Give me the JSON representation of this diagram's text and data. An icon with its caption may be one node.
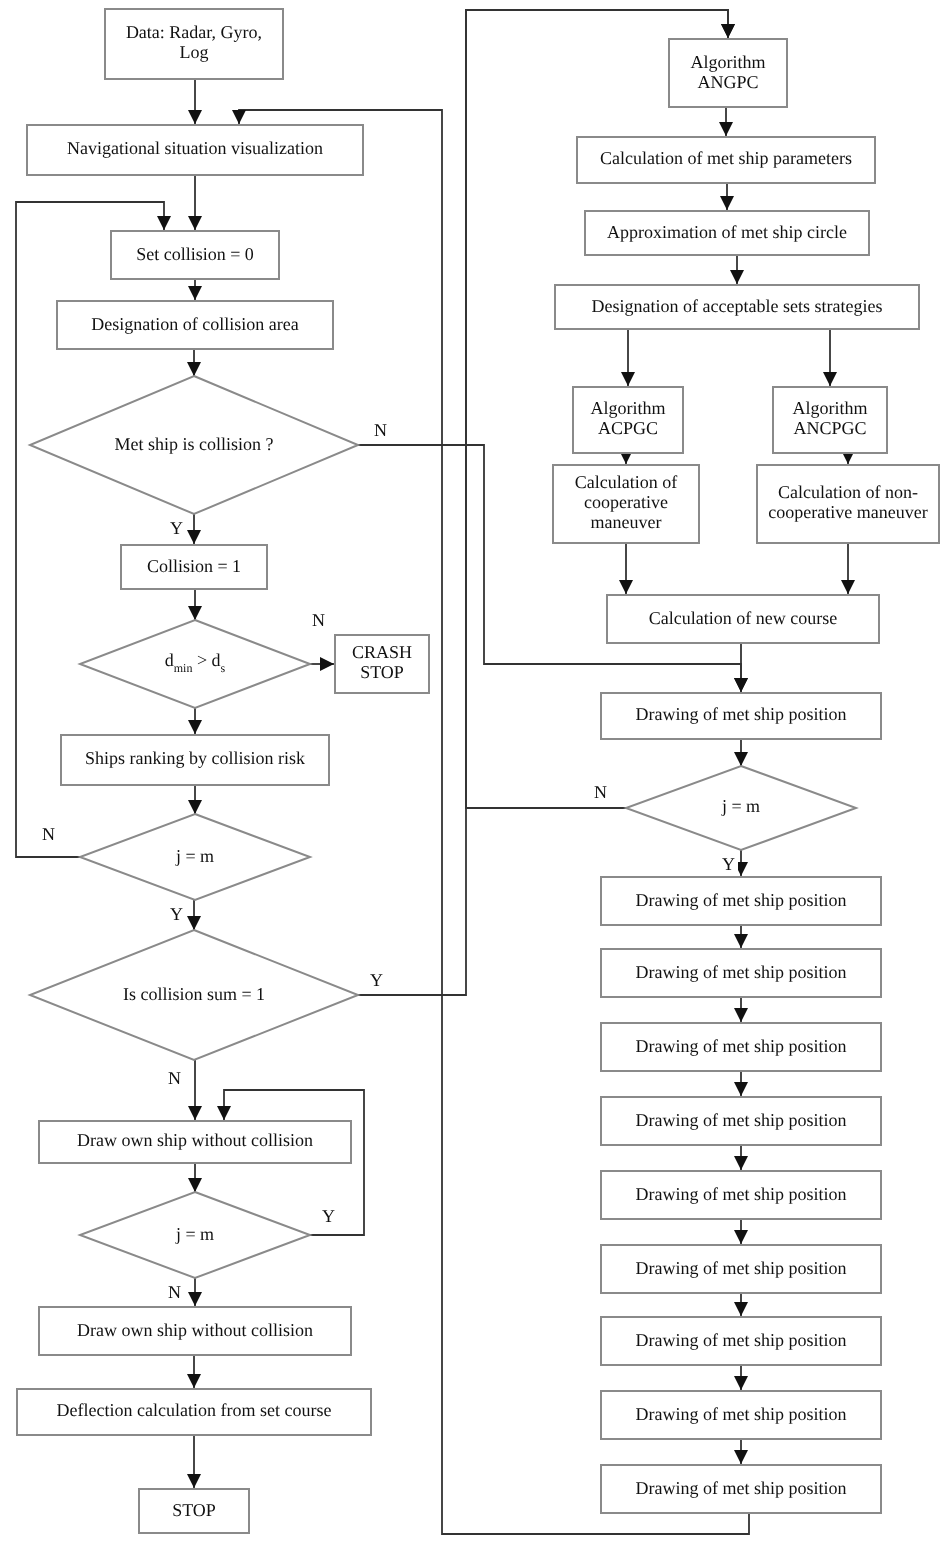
{
  "diagram": {
    "nodes": [
      {
        "text": [
          "Data: Radar, Gyro, Log"
        ]
      },
      {
        "text": [
          "Navigational situation visualization"
        ]
      },
      {
        "text": [
          "Set collision = 0"
        ]
      },
      {
        "text": [
          "Designation of collision area"
        ]
      },
      {
        "text": [
          "Met ship is collision ?"
        ]
      },
      {
        "text": [
          "Collision = 1"
        ]
      },
      {
        "text": [
          "d$_{min}$ > d$_{s}$"
        ]
      },
      {
        "text": [
          "CRASH STOP"
        ]
      },
      {
        "text": [
          "Ships ranking by collision risk"
        ]
      },
      {
        "text": [
          "j = m"
        ]
      },
      {
        "text": [
          "Is collision sum = 1"
        ]
      },
      {
        "text": [
          "Draw own ship without collision"
        ]
      },
      {
        "text": [
          "j = m"
        ]
      },
      {
        "text": [
          "Draw own ship without collision"
        ]
      },
      {
        "text": [
          "Deflection calculation from set course"
        ]
      },
      {
        "text": [
          "STOP"
        ]
      },
      {
        "text": [
          "Algorithm ANGPC"
        ]
      },
      {
        "text": [
          "Calculation of met ship parameters"
        ]
      },
      {
        "text": [
          "Approximation of met ship circle"
        ]
      },
      {
        "text": [
          "Designation of acceptable sets strategies"
        ]
      },
      {
        "text": [
          "Algorithm ACPGC"
        ]
      },
      {
        "text": [
          "Algorithm ANCPGC"
        ]
      },
      {
        "text": [
          "Calculation of cooperative maneuver"
        ]
      },
      {
        "text": [
          "Calculation of non-cooperative maneuver"
        ]
      },
      {
        "text": [
          "Calculation of new course"
        ]
      },
      {
        "text": [
          "Drawing of met ship position"
        ]
      },
      {
        "text": [
          "j = m"
        ]
      },
      {
        "text": [
          "Drawing of met ship position"
        ]
      },
      {
        "text": [
          "Drawing of met ship position"
        ]
      },
      {
        "text": [
          "Drawing of met ship position"
        ]
      },
      {
        "text": [
          "Drawing of met ship position"
        ]
      },
      {
        "text": [
          "Drawing of met ship position"
        ]
      },
      {
        "text": [
          "Drawing of met ship position"
        ]
      },
      {
        "text": [
          "Drawing of met ship position"
        ]
      },
      {
        "text": [
          "Drawing of met ship position"
        ]
      },
      {
        "text": [
          "Drawing of met ship position"
        ]
      }
    ],
    "edges": [
      {
        "from": 0,
        "to": 1,
        "arrow": "to"
      },
      {
        "from": 1,
        "to": 2,
        "arrow": "to"
      },
      {
        "from": 2,
        "to": 3,
        "arrow": "to"
      },
      {
        "from": 3,
        "to": 4,
        "arrow": "to"
      },
      {
        "from": 4,
        "to": 5,
        "arrow": "to",
        "label": "Y"
      },
      {
        "from": 4,
        "to": 25,
        "arrow": "to",
        "label": "N"
      },
      {
        "from": 5,
        "to": 6,
        "arrow": "to"
      },
      {
        "from": 6,
        "to": 7,
        "arrow": "to",
        "label": "N"
      },
      {
        "from": 6,
        "to": 8,
        "arrow": "to"
      },
      {
        "from": 8,
        "to": 9,
        "arrow": "to"
      },
      {
        "from": 9,
        "to": 2,
        "arrow": "to",
        "label": "N"
      },
      {
        "from": 9,
        "to": 10,
        "arrow": "to",
        "label": "Y"
      },
      {
        "from": 10,
        "to": 11,
        "arrow": "to",
        "label": "N"
      },
      {
        "from": 10,
        "to": 16,
        "arrow": "to",
        "label": "Y"
      },
      {
        "from": 11,
        "to": 12,
        "arrow": "to"
      },
      {
        "from": 12,
        "to": 11,
        "arrow": "to",
        "label": "Y"
      },
      {
        "from": 12,
        "to": 13,
        "arrow": "to",
        "label": "N"
      },
      {
        "from": 13,
        "to": 14,
        "arrow": "to"
      },
      {
        "from": 14,
        "to": 15,
        "arrow": "to"
      },
      {
        "from": 16,
        "to": 17,
        "arrow": "to"
      },
      {
        "from": 17,
        "to": 18,
        "arrow": "to"
      },
      {
        "from": 18,
        "to": 19,
        "arrow": "to"
      },
      {
        "from": 19,
        "to": 20,
        "arrow": "to"
      },
      {
        "from": 19,
        "to": 21,
        "arrow": "to"
      },
      {
        "from": 20,
        "to": 22,
        "arrow": "to"
      },
      {
        "from": 21,
        "to": 23,
        "arrow": "to"
      },
      {
        "from": 22,
        "to": 24,
        "arrow": "to"
      },
      {
        "from": 23,
        "to": 24,
        "arrow": "to"
      },
      {
        "from": 24,
        "to": 25,
        "arrow": "to"
      },
      {
        "from": 25,
        "to": 26,
        "arrow": "to"
      },
      {
        "from": 26,
        "to": 27,
        "arrow": "to",
        "label": "Y"
      },
      {
        "from": 26,
        "to": 16,
        "arrow": "to",
        "label": "N"
      },
      {
        "from": 27,
        "to": 28,
        "arrow": "to"
      },
      {
        "from": 28,
        "to": 29,
        "arrow": "to"
      },
      {
        "from": 29,
        "to": 30,
        "arrow": "to"
      },
      {
        "from": 30,
        "to": 31,
        "arrow": "to"
      },
      {
        "from": 31,
        "to": 32,
        "arrow": "to"
      },
      {
        "from": 32,
        "to": 33,
        "arrow": "to"
      },
      {
        "from": 33,
        "to": 34,
        "arrow": "to"
      },
      {
        "from": 34,
        "to": 35,
        "arrow": "to"
      },
      {
        "from": 35,
        "to": 1,
        "arrow": "to"
      }
    ]
  }
}
